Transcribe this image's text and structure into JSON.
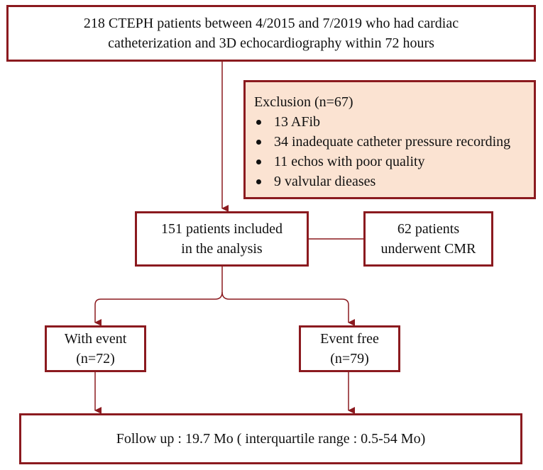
{
  "main_box": {
    "line1": "218 CTEPH patients between 4/2015 and 7/2019 who had cardiac",
    "line2": "catheterization and 3D echocardiography within 72 hours"
  },
  "exclusion": {
    "title": "Exclusion (n=67)",
    "items": [
      "13 AFib",
      "34 inadequate catheter pressure recording",
      "11 echos with poor quality",
      "9 valvular dieases"
    ],
    "fill_color": "#fbe3d2"
  },
  "included": {
    "line1": "151 patients included",
    "line2": "in the analysis"
  },
  "cmr": {
    "line1": "62 patients",
    "line2": "underwent CMR"
  },
  "with_event": {
    "line1": "With event",
    "line2": "(n=72)"
  },
  "event_free": {
    "line1": "Event free",
    "line2": "(n=79)"
  },
  "follow_up": {
    "text": "Follow up : 19.7 Mo ( interquartile range : 0.5-54 Mo)"
  },
  "colors": {
    "border": "#8b1a1f",
    "connector": "#8b1a1f"
  }
}
